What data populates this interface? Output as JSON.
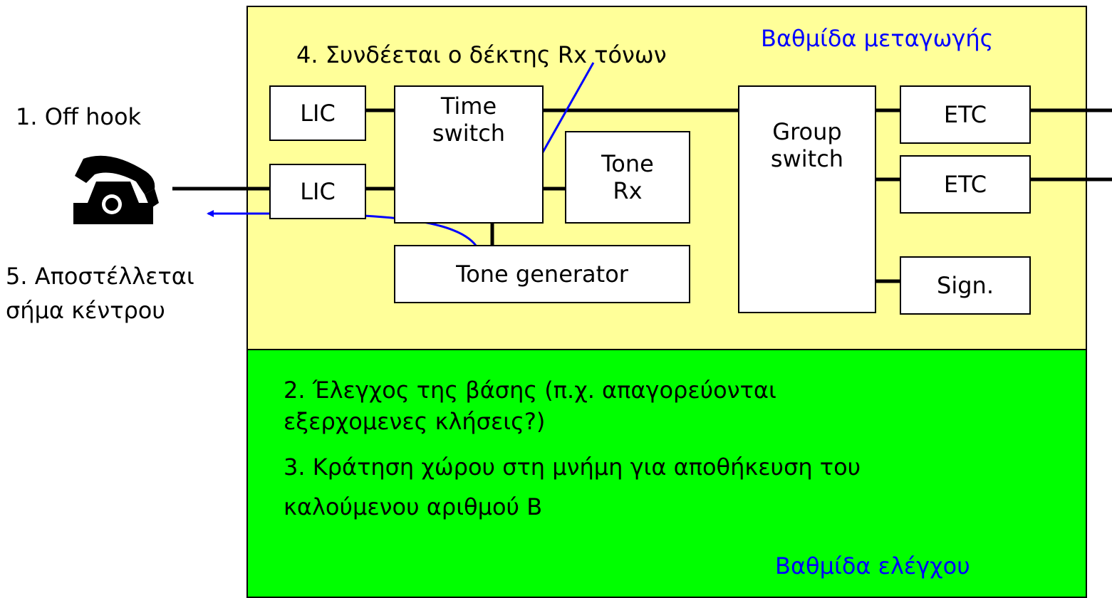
{
  "labels": {
    "off_hook": "1. Off hook",
    "center_signal_1": "5. Αποστέλλεται",
    "center_signal_2": "σήμα κέντρου",
    "rx_connect": "4. Συνδέεται ο δέκτης Rx τόνων",
    "switching_stage": "Βαθμίδα μεταγωγής",
    "control_stage": "Βαθμίδα ελέγχου",
    "step2_line1": "2. Έλεγχος της βάσης (π.χ. απαγορεύονται",
    "step2_line2": "εξερχομενες κλήσεις?)",
    "step3_line1": "3. Κράτηση χώρου στη μνήμη για αποθήκευση του",
    "step3_line2": "καλούμενου αριθμού B"
  },
  "blocks": {
    "lic_top": "LIC",
    "lic_bottom": "LIC",
    "time_switch": "Time\nswitch",
    "tone_rx": "Tone\nRx",
    "tone_generator": "Tone generator",
    "group_switch": "Group\nswitch",
    "etc_top": "ETC",
    "etc_bottom": "ETC",
    "sign": "Sign."
  },
  "colors": {
    "switching_stage_bg": "#ffff99",
    "control_stage_bg": "#00ff00",
    "arrow": "#0000ff"
  },
  "icons": [
    "telephone-icon",
    "crossover-icon"
  ]
}
